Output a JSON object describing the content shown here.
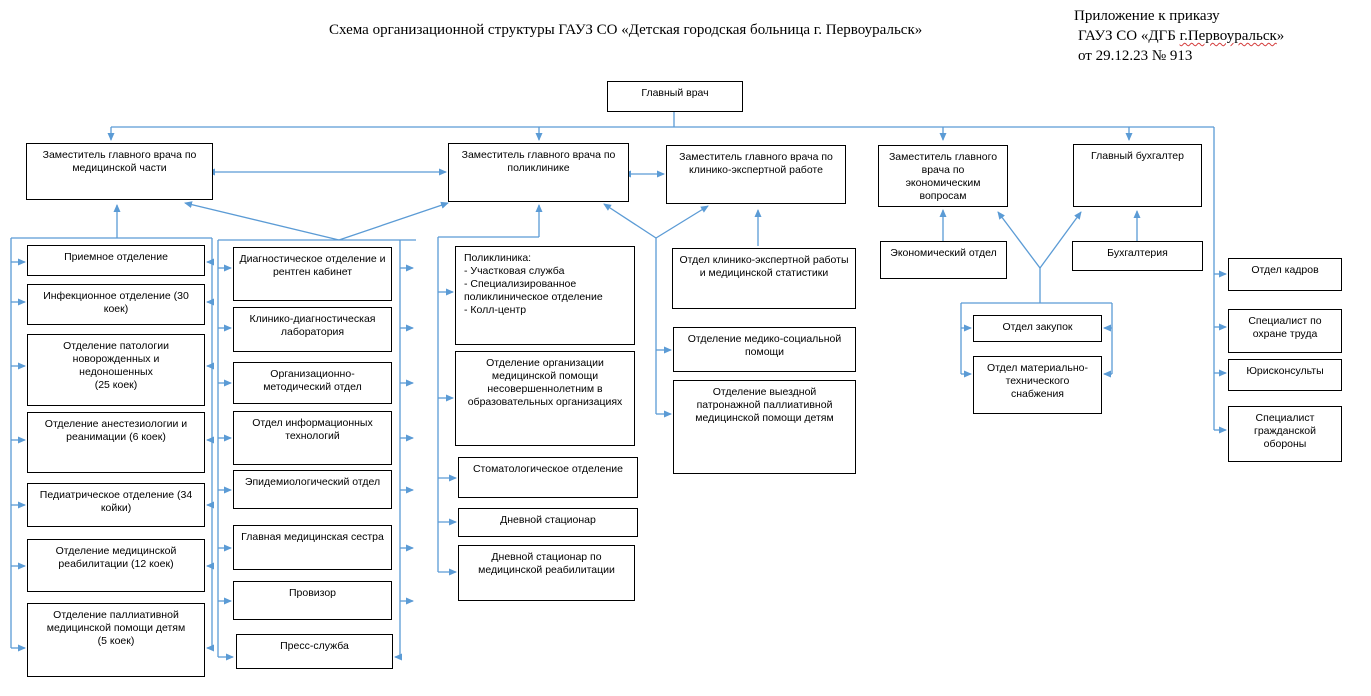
{
  "title": "Схема организационной структуры ГАУЗ СО «Детская городская больница г. Первоуральск»",
  "appendix": {
    "line1": "Приложение к приказу",
    "line2_prefix": "ГАУЗ СО «ДГБ ",
    "line2_org": "г.Первоуральск",
    "line2_suffix": "»",
    "line3": "от 29.12.23 № 913"
  },
  "colors": {
    "connector": "#5b9bd5",
    "border": "#000000",
    "background": "#ffffff"
  },
  "nodes": {
    "chief_doctor": "Главный врач",
    "deputy_medical": "Заместитель главного врача по медицинской части",
    "deputy_polyclinic": "Заместитель главного врача по поликлинике",
    "deputy_expert": "Заместитель главного врача по клинико-экспертной работе",
    "deputy_economic": "Заместитель главного врача по экономическим вопросам",
    "chief_accountant": "Главный бухгалтер",
    "admission_dept": "Приемное отделение",
    "infectious_dept": "Инфекционное отделение (30 коек)",
    "neonatal_dept": "Отделение патологии новорожденных и недоношенных\n(25 коек)",
    "icu_dept": "Отделение анестезиологии и реанимации (6 коек)",
    "pediatric_dept": "Педиатрическое отделение (34 койки)",
    "rehab_dept": "Отделение медицинской реабилитации (12 коек)",
    "palliative_dept": "Отделение паллиативной медицинской помощи детям\n(5 коек)",
    "diagnostic_dept": "Диагностическое отделение и рентген кабинет",
    "clinical_lab": "Клинико-диагностическая лаборатория",
    "methodical_dept": "Организационно-методический отдел",
    "it_dept": "Отдел информационных технологий",
    "epidemiology_dept": "Эпидемиологический отдел",
    "head_nurse": "Главная медицинская сестра",
    "pharmacist": "Провизор",
    "press_service": "Пресс-служба",
    "polyclinic": "Поликлиника:\n- Участковая служба\n- Специализированное поликлиническое  отделение\n- Колл-центр",
    "school_care_dept": "Отделение организации медицинской помощи несовершеннолетним в образовательных организациях",
    "dental_dept": "Стоматологическое отделение",
    "day_hospital": "Дневной стационар",
    "day_hospital_rehab": "Дневной стационар по медицинской реабилитации",
    "expert_stats_dept": "Отдел клинико-экспертной работы и медицинской статистики",
    "social_care_dept": "Отделение медико-социальной помощи",
    "mobile_palliative_dept": "Отделение выездной патронажной паллиативной медицинской помощи детям",
    "economic_dept": "Экономический отдел",
    "accounting": "Бухгалтерия",
    "procurement_dept": "Отдел закупок",
    "logistics_dept": "Отдел материально-технического снабжения",
    "hr_dept": "Отдел кадров",
    "labor_safety": "Специалист по охране труда",
    "legal_advisers": "Юрисконсульты",
    "civil_defense": "Специалист гражданской обороны"
  }
}
